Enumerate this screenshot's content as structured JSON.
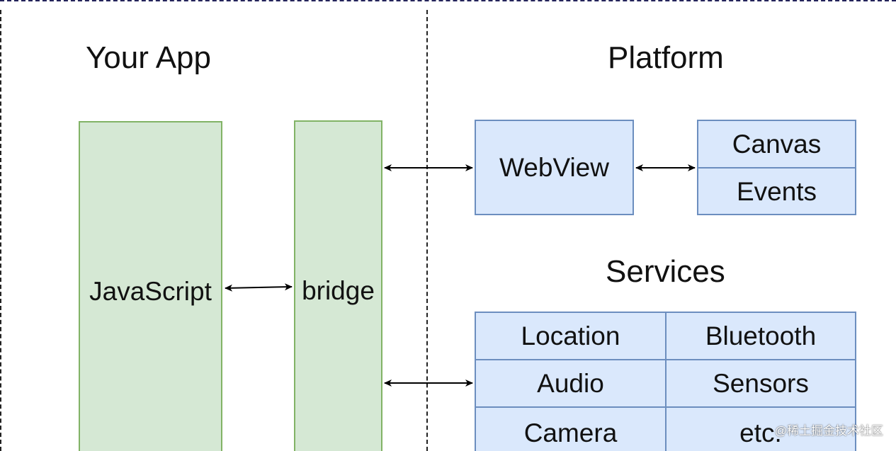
{
  "headings": {
    "your_app": "Your App",
    "platform": "Platform",
    "services": "Services"
  },
  "app": {
    "javascript": "JavaScript",
    "bridge": "bridge"
  },
  "platform": {
    "webview": "WebView",
    "canvas": "Canvas",
    "events": "Events"
  },
  "services": {
    "cells": [
      "Location",
      "Bluetooth",
      "Audio",
      "Sensors",
      "Camera",
      "etc."
    ]
  },
  "watermark": "@稀土掘金技术社区",
  "colors": {
    "green_fill": "#d5e8d4",
    "green_stroke": "#82b366",
    "blue_fill": "#dae8fc",
    "blue_stroke": "#6c8ebf"
  }
}
